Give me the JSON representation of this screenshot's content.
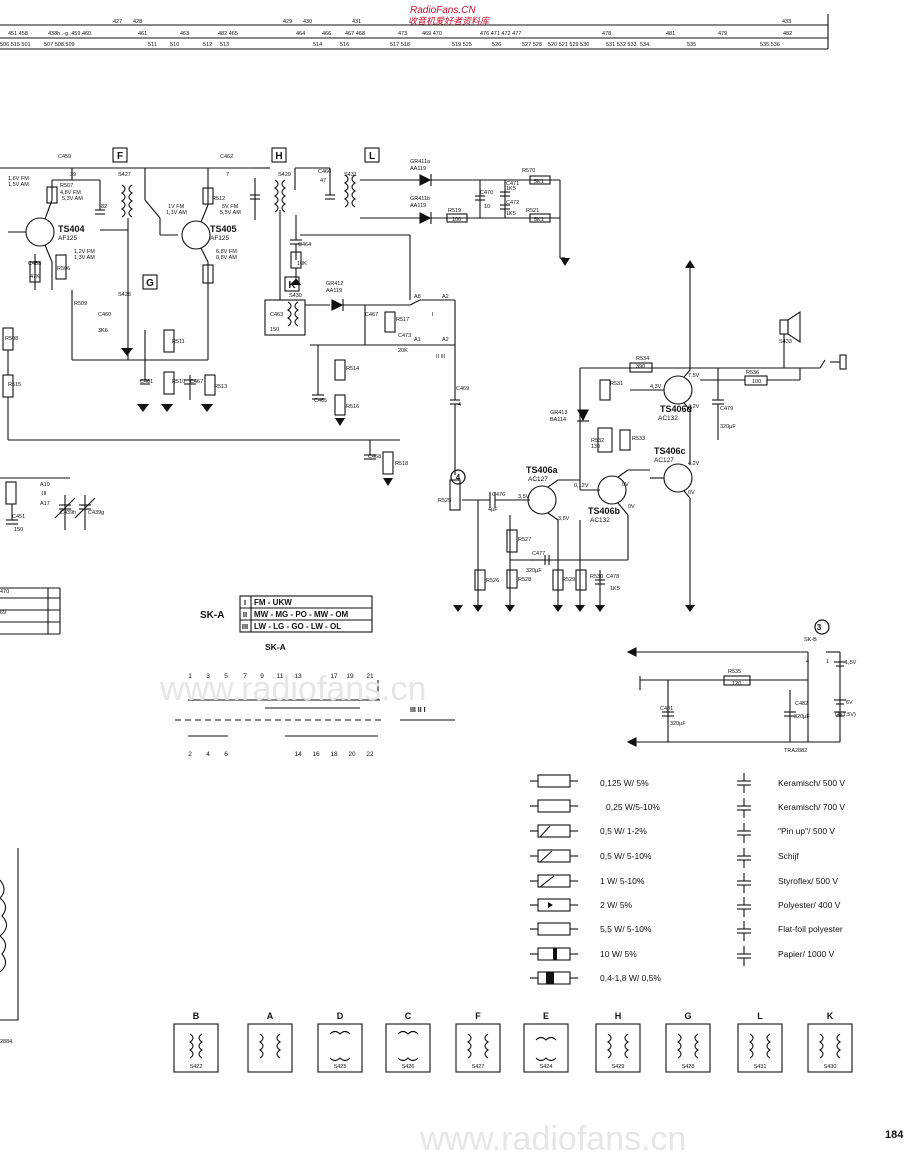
{
  "watermark": {
    "line1": "RadioFans.CN",
    "line2": "收音机爱好者资料库",
    "ghost": "www.radiofans.cn",
    "ghost2": "www.radiofans.cn"
  },
  "page_number": "184",
  "ruler": {
    "row1": [
      "427",
      "428",
      "429",
      "430",
      "431",
      "433"
    ],
    "row2": [
      "451 458",
      "438h..-g. 459.460.",
      "461",
      "463",
      "482 465",
      "464",
      "466",
      "467 468",
      "473",
      "469 470",
      "476 471 472 477",
      "478",
      "481",
      "479",
      "482"
    ],
    "row3": [
      "506 515 501",
      "507 508.509",
      "511",
      "510",
      "512",
      "513",
      "514",
      "516",
      "517 518",
      "519 525",
      "526",
      "527 528",
      "520 521 529 530",
      "531 532 533",
      "534.",
      "535",
      "535.536"
    ]
  },
  "boxes": {
    "F": "F",
    "H": "H",
    "L": "L",
    "G": "G",
    "K": "K"
  },
  "transistors": [
    {
      "name": "TS404",
      "type": "AF125"
    },
    {
      "name": "TS405",
      "type": "AF125"
    },
    {
      "name": "TS406d",
      "type": "AC132"
    },
    {
      "name": "TS406c",
      "type": "AC127"
    },
    {
      "name": "TS406a",
      "type": "AC127"
    },
    {
      "name": "TS406b",
      "type": "AC132"
    }
  ],
  "diodes": [
    {
      "name": "GR411a",
      "type": "AA119"
    },
    {
      "name": "GR411b",
      "type": "AA119"
    },
    {
      "name": "GR412",
      "type": "AA119"
    },
    {
      "name": "GR413",
      "type": "BA114"
    }
  ],
  "labels": {
    "C459": "C459",
    "v39": "39",
    "S427": "S427",
    "C462": "C462",
    "v7": "7",
    "S429": "S429",
    "C466": "C466",
    "v47": "47",
    "S431": "S431",
    "R570": "R570",
    "v5K1a": "5K1",
    "C470": "C470",
    "C471": "C471",
    "v1K5a": "1K5",
    "v1K5b": "1K5",
    "C472": "C472",
    "R519": "R519",
    "v100": "100",
    "R521": "R521",
    "v5K1b": "5K1",
    "v10": "10",
    "v14fm": "1,6V FM",
    "v15am": "1,5V AM",
    "R507": "R507",
    "v48fm": "4,8V FM",
    "v53am": "5,3V AM",
    "R512": "R512",
    "v1fm": "1V FM",
    "v11am": "1,1V AM",
    "v5fm": "5V FM",
    "v55am": "5,5V AM",
    "v82": "82",
    "v12fm": "1,2V FM",
    "v13am": "1,3V AM",
    "v68fm": "6,8V FM",
    "v88am": "0,8V AM",
    "C458": "C458",
    "v47k": "47K",
    "R506": "R506",
    "C464": "C464",
    "v10K": "10K",
    "S428": "S428",
    "R509": "R509",
    "C460": "C460",
    "v3K6": "3K6",
    "R511": "R511",
    "C463": "C463",
    "v150": "150",
    "S430": "S430",
    "C467": "C467",
    "R517": "R517",
    "C473": "C473",
    "v20K": "20K",
    "A8": "A8",
    "A2a": "A2",
    "A1": "A1",
    "A2b": "A2",
    "I": "I",
    "IIII": "II III",
    "R508": "R508",
    "R515": "R515",
    "C461": "C461",
    "R510": "R510",
    "C467b": "C467",
    "R513": "R513",
    "R514": "R514",
    "C465": "C465",
    "R516": "R516",
    "C469": "C469",
    "C468": "C468",
    "R518": "R518",
    "v4": "4",
    "R525": "R525",
    "C476": "C476",
    "v4uF": "4µF",
    "R527": "R527",
    "C477": "C477",
    "v320uF": "320µF",
    "R526": "R526",
    "R528": "R528",
    "R529": "R529",
    "R530": "R530",
    "C478": "C478",
    "v1K5c": "1K5",
    "R534": "R534",
    "v390": "390",
    "R531": "R531",
    "R532": "R532",
    "v130": "130",
    "R533": "R533",
    "R536": "R536",
    "v100b": "100",
    "C479": "C479",
    "v320b": "320µF",
    "S433": "S433",
    "v75": "7,5V",
    "v43": "4,3V",
    "v42a": "4,2V",
    "v42b": "4,2V",
    "v0a": "0V",
    "v0b": "0V",
    "v0c": "0V",
    "v012": "0,12V",
    "v36": "3,6V",
    "v359": "3,5V",
    "A19": "A19",
    "A17": "A17",
    "C451": "C451",
    "C439h": "C439h",
    "C439g": "C439g",
    "v150b": "150",
    "lIII": "III",
    "SKB": "SK-B",
    "R535": "R535",
    "v120": "120",
    "v15v": "1,5V",
    "v6v": "6V",
    "v4x15": "(4x1,5V)",
    "C481": "C481",
    "v320c": "320µF",
    "C482": "C482",
    "v320d": "320µF",
    "TRA": "TRA2882",
    "c3": "3",
    "c4": "4",
    "c1": "1",
    "cTRA2884": "2884",
    "l470": "470",
    "l69": "69"
  },
  "sk_a": {
    "name": "SK-A",
    "caption": "SK-A",
    "rows": [
      {
        "num": "I",
        "text": "FM - UKW"
      },
      {
        "num": "II",
        "text": "MW - MG - PO - MW - OM"
      },
      {
        "num": "III",
        "text": "LW - LG - GO - LW - OL"
      }
    ],
    "top_pins": [
      "1",
      "3",
      "5",
      "7",
      "9",
      "11",
      "13",
      "17",
      "19",
      "21"
    ],
    "bottom_pins": [
      "2",
      "4",
      "6",
      "14",
      "16",
      "18",
      "20",
      "22"
    ],
    "positions": "III  II  I"
  },
  "legend_resistors": [
    "0,125 W/ 5%",
    "0,25 W/5-10%",
    "0,5 W/ 1-2%",
    "0,5 W/ 5-10%",
    "1 W/ 5-10%",
    "2 W/ 5%",
    "5,5 W/ 5-10%",
    "10 W/ 5%",
    "0,4-1,8 W/ 0,5%"
  ],
  "legend_capacitors": [
    "Keramisch/ 500 V",
    "Keramisch/ 700 V",
    "\"Pin up\"/ 500 V",
    "Schijf",
    "Styroflex/ 500 V",
    "Polyester/ 400 V",
    "Flat-foil polyester",
    "Papier/ 1000 V"
  ],
  "coils": [
    {
      "letter": "B",
      "name": "S422"
    },
    {
      "letter": "A",
      "name": ""
    },
    {
      "letter": "D",
      "name": "S425"
    },
    {
      "letter": "C",
      "name": "S426"
    },
    {
      "letter": "F",
      "name": "S427"
    },
    {
      "letter": "E",
      "name": "S424"
    },
    {
      "letter": "H",
      "name": "S429"
    },
    {
      "letter": "G",
      "name": "S428"
    },
    {
      "letter": "L",
      "name": "S431"
    },
    {
      "letter": "K",
      "name": "S430"
    }
  ],
  "colors": {
    "ink": "#111111",
    "watermark": "#c8102e",
    "ghost": "#e6e6e6"
  }
}
